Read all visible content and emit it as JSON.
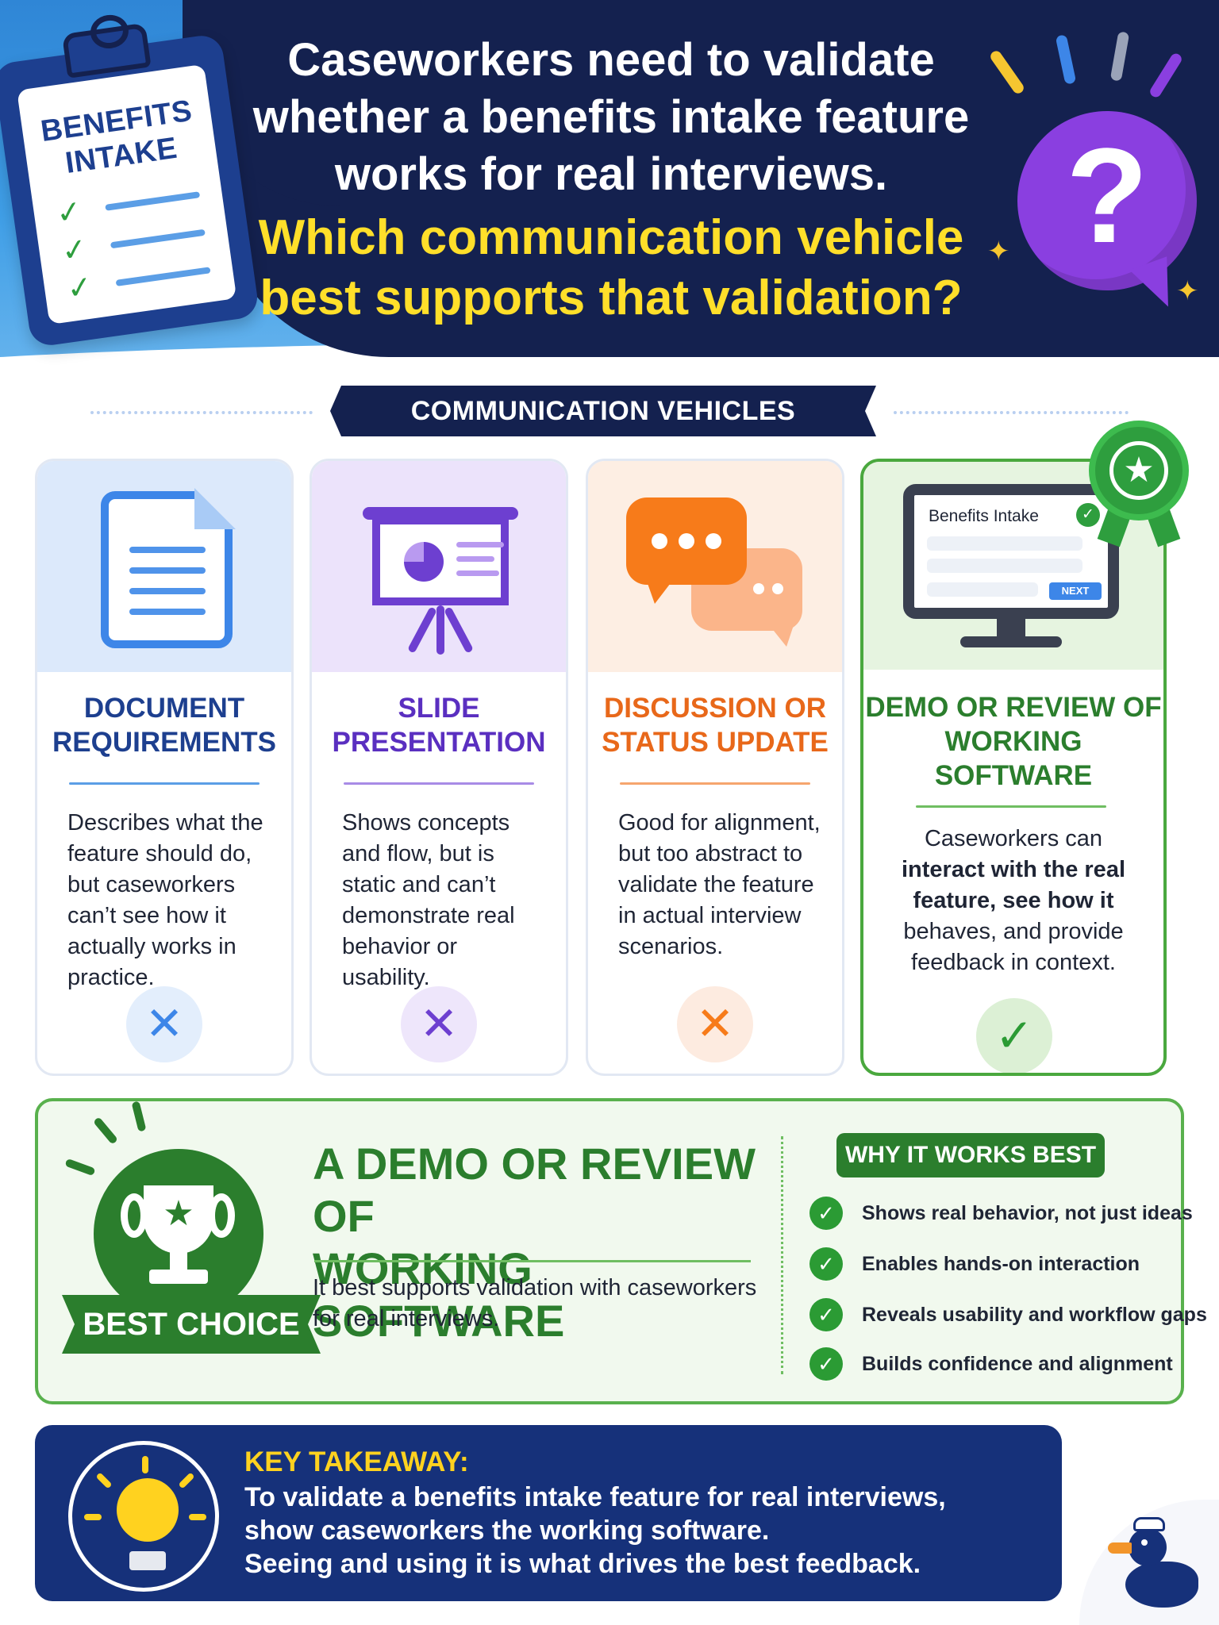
{
  "header": {
    "clipboard_title": "BENEFITS INTAKE",
    "question_mark": "?",
    "headline_lines": [
      "Caseworkers need to validate",
      "whether a benefits intake feature",
      "works for real interviews."
    ],
    "question_lines": [
      "Which communication vehicle",
      "best supports that validation?"
    ]
  },
  "section_title": "COMMUNICATION VEHICLES COMPARED",
  "cards": [
    {
      "title": "DOCUMENT REQUIREMENTS",
      "body": "Describes what the feature should do, but caseworkers can’t see how it actually works in practice.",
      "verdict": "✕",
      "accent": "#2c5fc4",
      "top_bg": "#dce9fb",
      "verdict_bg": "#e3eefc",
      "verdict_color": "#3d86e8"
    },
    {
      "title": "SLIDE PRESENTATION",
      "body": "Shows concepts and flow, but is static and can’t demonstrate real behavior or usability.",
      "verdict": "✕",
      "accent": "#5a2fc0",
      "top_bg": "#ece3fb",
      "verdict_bg": "#eee6fb",
      "verdict_color": "#6d3fd0"
    },
    {
      "title": "DISCUSSION OR STATUS UPDATE",
      "body": "Good for alignment, but too abstract to validate the feature in actual interview scenarios.",
      "verdict": "✕",
      "accent": "#e8681a",
      "top_bg": "#fdeee3",
      "verdict_bg": "#fdebe0",
      "verdict_color": "#f77b1a"
    },
    {
      "title": "DEMO OR REVIEW OF WORKING SOFTWARE",
      "body_lines": [
        "Caseworkers can",
        "interact with the real",
        "feature, see how it",
        "behaves, and provide",
        "feedback in context."
      ],
      "verdict": "✓",
      "accent": "#2b7e2d",
      "top_bg": "#e6f4e0",
      "verdict_bg": "#dcf0d5",
      "verdict_color": "#2b9b34",
      "screen": {
        "title": "Benefits Intake",
        "check": "✓",
        "next_label": "NEXT"
      },
      "badge_star": "★"
    }
  ],
  "best": {
    "banner": "BEST CHOICE",
    "trophy_star": "★",
    "heading_lines": [
      "A DEMO OR REVIEW OF",
      "WORKING SOFTWARE"
    ],
    "subtext": "It best supports validation with caseworkers for real interviews.",
    "why_title": "WHY IT WORKS BEST",
    "check": "✓",
    "why_items": [
      "Shows real behavior, not just ideas",
      "Enables hands-on interaction",
      "Reveals usability and workflow gaps",
      "Builds confidence and alignment"
    ]
  },
  "takeaway": {
    "heading": "KEY TAKEAWAY:",
    "lines": [
      "To validate a benefits intake feature for real interviews,",
      "show caseworkers the working software.",
      "Seeing and using it is what drives the best feedback."
    ]
  },
  "colors": {
    "navy": "#14214f",
    "yellow": "#ffdf2a",
    "green": "#2b7e2d",
    "blue": "#2f86d6"
  }
}
